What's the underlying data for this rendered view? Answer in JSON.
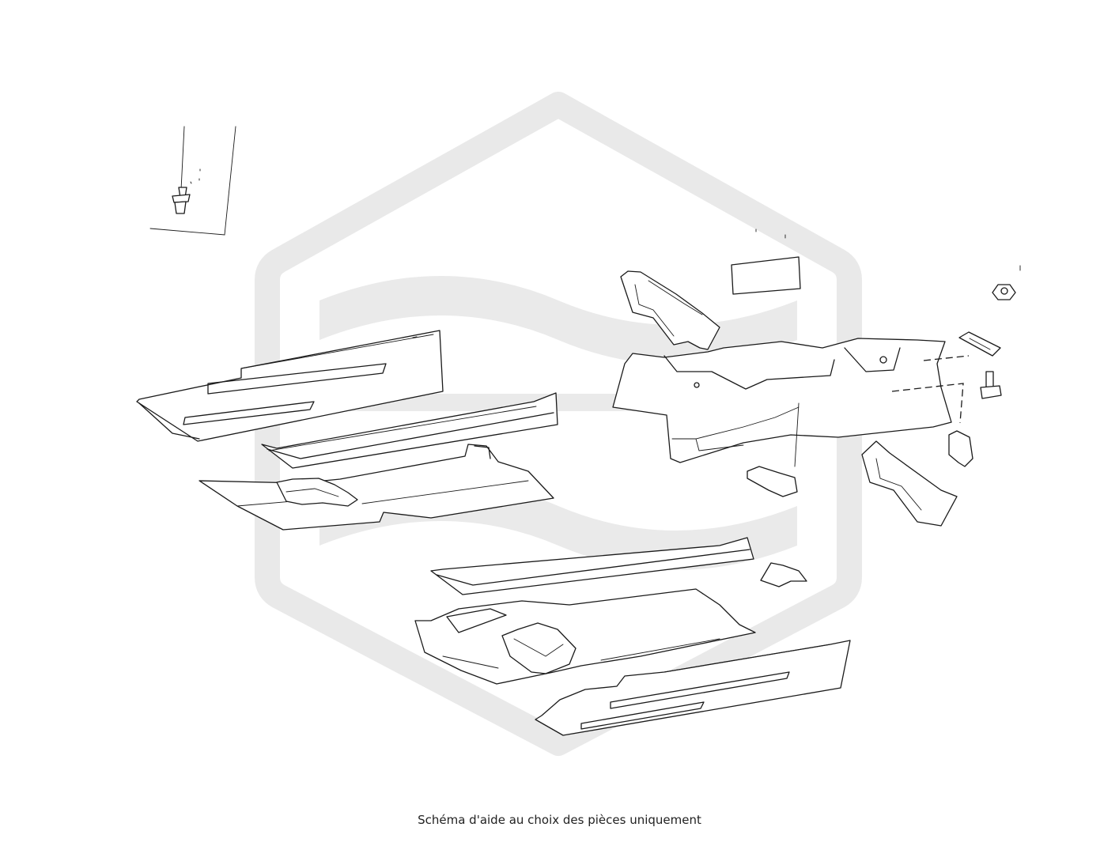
{
  "caption": "Schéma d'aide au choix des pièces uniquement",
  "watermark": {
    "type": "brand-logo",
    "color": "#e9e9e9"
  },
  "colors": {
    "line": "#1a1a1a",
    "background": "#ffffff"
  },
  "parts": [
    {
      "name": "rivet"
    },
    {
      "name": "rear-side-rail-left"
    },
    {
      "name": "inner-sill-left"
    },
    {
      "name": "floor-panel-left"
    },
    {
      "name": "seat-bracket-left"
    },
    {
      "name": "crossmember-bracket-upper"
    },
    {
      "name": "foam-pad"
    },
    {
      "name": "nut"
    },
    {
      "name": "crossmember"
    },
    {
      "name": "clip-plate"
    },
    {
      "name": "bolt"
    },
    {
      "name": "mounting-clip"
    },
    {
      "name": "small-bracket"
    },
    {
      "name": "crossmember-bracket-lower"
    },
    {
      "name": "inner-sill-right"
    },
    {
      "name": "support-bracket"
    },
    {
      "name": "floor-panel-right"
    },
    {
      "name": "seat-bracket-right"
    },
    {
      "name": "rear-side-rail-right"
    }
  ]
}
